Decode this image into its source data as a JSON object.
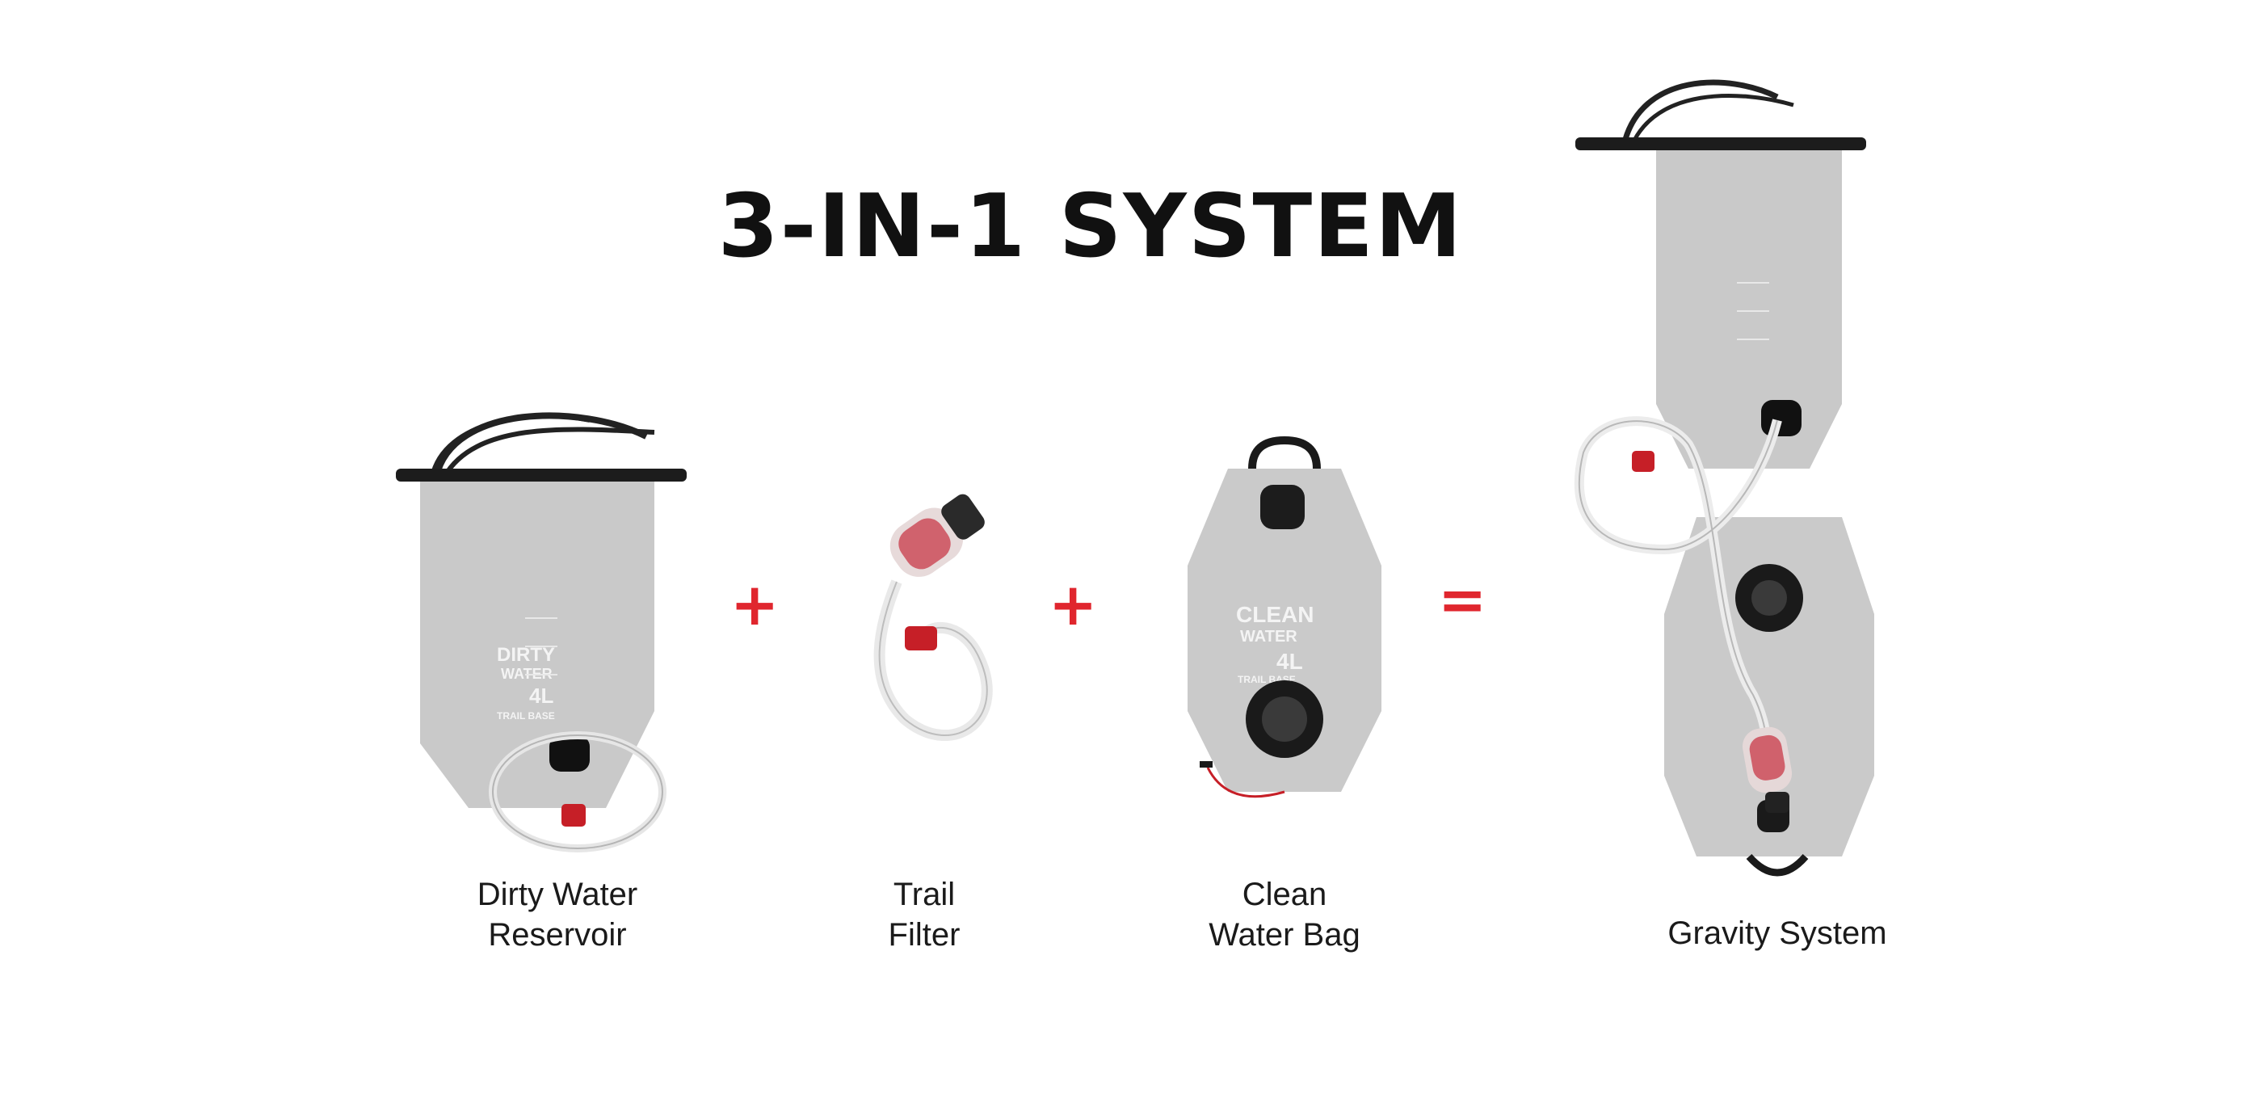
{
  "title": "3-IN-1 SYSTEM",
  "operators": {
    "plus": "+",
    "equals": "="
  },
  "accent_color": "#e0262e",
  "items": [
    {
      "label_line1": "Dirty Water",
      "label_line2": "Reservoir",
      "bag_text": [
        "DIRTY",
        "WATER",
        "4L",
        "TRAIL BASE"
      ]
    },
    {
      "label_line1": "Trail",
      "label_line2": "Filter"
    },
    {
      "label_line1": "Clean",
      "label_line2": "Water Bag",
      "bag_text": [
        "CLEAN",
        "WATER",
        "4L",
        "TRAIL BASE"
      ]
    },
    {
      "label_line1": "Gravity System"
    }
  ]
}
